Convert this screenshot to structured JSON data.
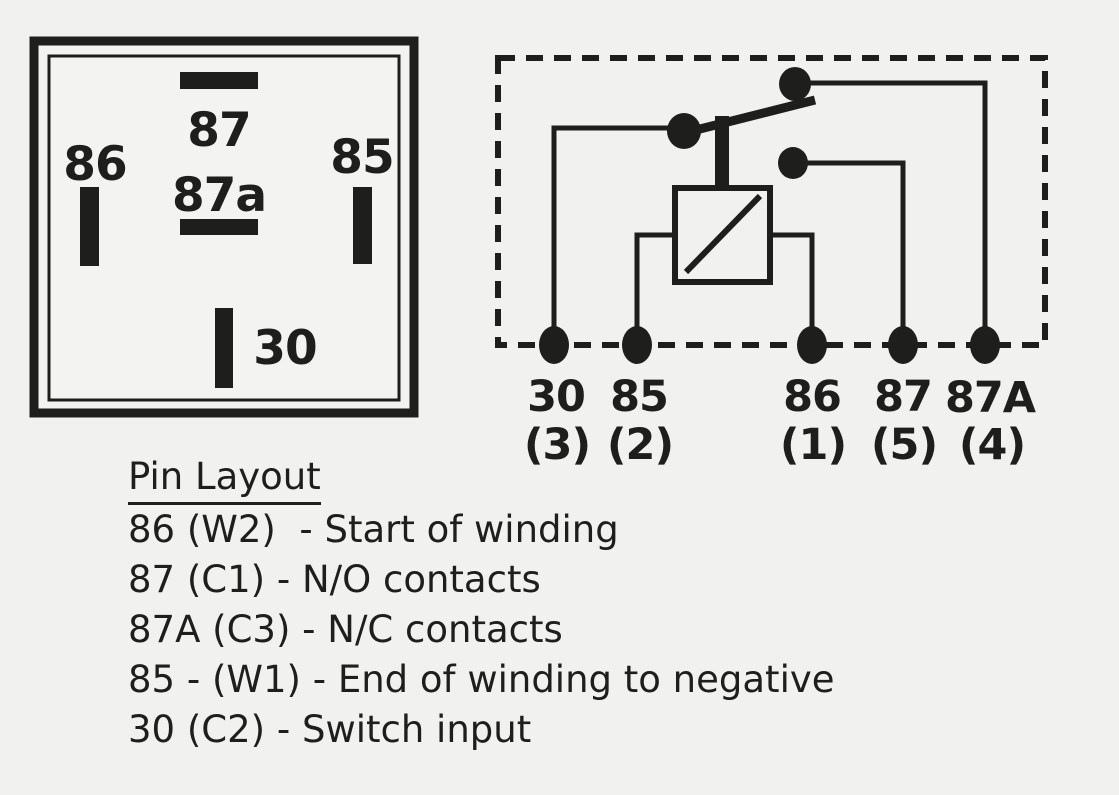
{
  "colors": {
    "background": "#f1f1f0",
    "ink": "#1e1e1c"
  },
  "top_view": {
    "pin_87": "87",
    "pin_87a": "87a",
    "pin_86": "86",
    "pin_85": "85",
    "pin_30": "30"
  },
  "schematic": {
    "pins": [
      {
        "name": "30",
        "number": "(3)"
      },
      {
        "name": "85",
        "number": "(2)"
      },
      {
        "name": "86",
        "number": "(1)"
      },
      {
        "name": "87",
        "number": "(5)"
      },
      {
        "name": "87A",
        "number": "(4)"
      }
    ]
  },
  "pin_layout": {
    "title": "Pin Layout",
    "items": [
      "86 (W2)  - Start of winding",
      "87 (C1) - N/O contacts",
      "87A (C3) - N/C contacts",
      "85 - (W1) - End of winding to negative",
      "30 (C2) - Switch input"
    ]
  }
}
